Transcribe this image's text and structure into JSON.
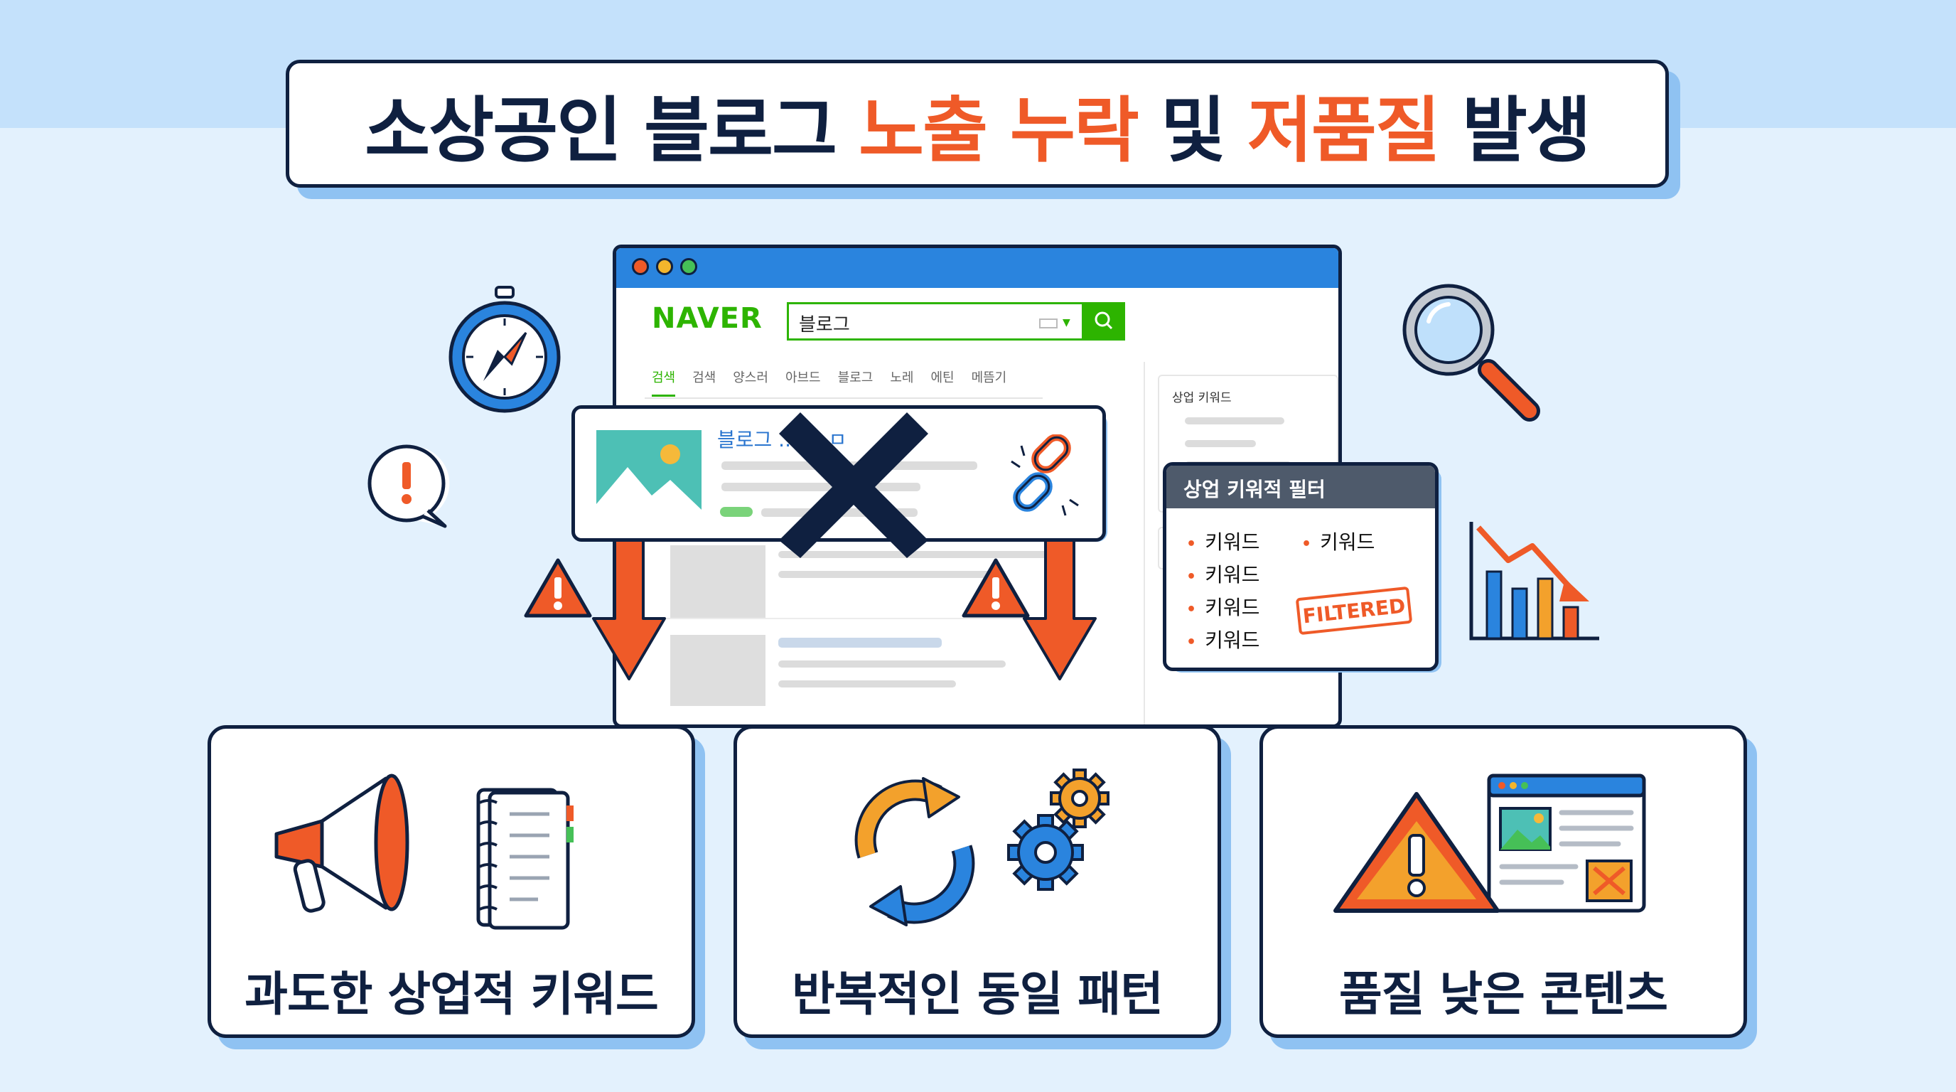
{
  "title": {
    "part1": "소상공인 블로그",
    "part2": "노출 누락",
    "part3": "및",
    "part4": "저품질",
    "part5": "발생"
  },
  "browser": {
    "logo": "NAVER",
    "search_query": "블로그",
    "tabs": [
      "검색",
      "검색",
      "양스러",
      "아브드",
      "블로그",
      "노레",
      "에틴",
      "메뜸기"
    ],
    "sidebar_heading": "상업 키워드"
  },
  "result_card": {
    "title": "블로그 ... 로 ㅁ"
  },
  "filter_panel": {
    "heading": "상업 키워적 필터",
    "keywords_left": [
      "키워드",
      "키워드",
      "키워드",
      "키워드"
    ],
    "keywords_right": [
      "키워드"
    ],
    "stamp": "FILTERED"
  },
  "cards": [
    {
      "label": "과도한 상업적 키워드"
    },
    {
      "label": "반복적인 동일 패턴"
    },
    {
      "label": "품질 낮은 콘텐츠"
    }
  ],
  "colors": {
    "navy": "#0f2040",
    "accent": "#ef5a28",
    "naver_green": "#2db400",
    "blue": "#2a84de",
    "orange": "#f3a12c",
    "background": "#e3f1fd"
  }
}
